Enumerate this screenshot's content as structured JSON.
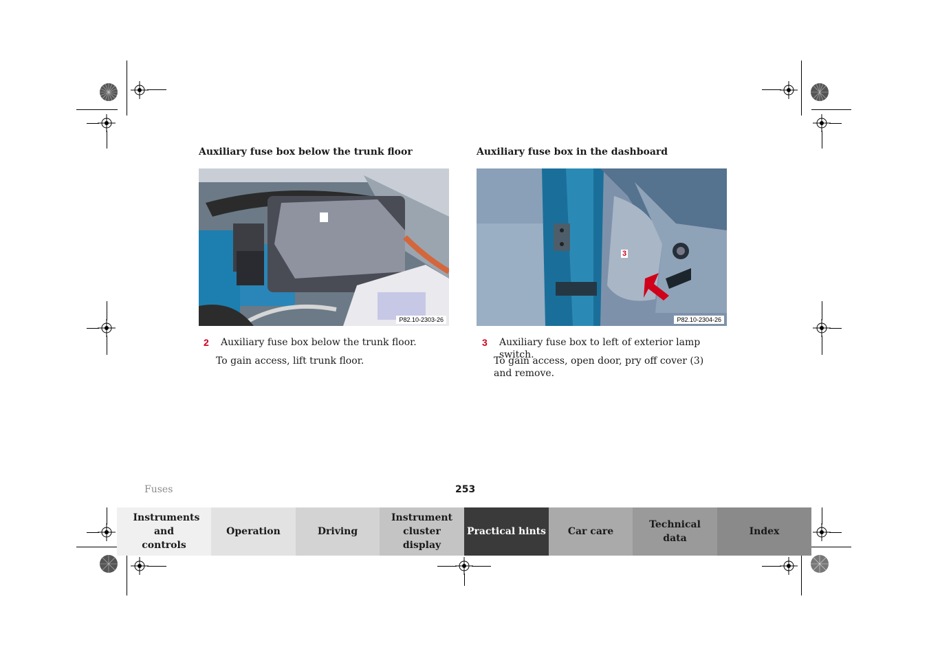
{
  "sections": [
    {
      "title": "Auxiliary fuse box below the trunk floor",
      "figure_code": "P82.10-2303-26",
      "item_number": "2",
      "item_text": "Auxiliary fuse box below the trunk floor.",
      "note": "To gain access, lift trunk floor."
    },
    {
      "title": "Auxiliary fuse box in the dashboard",
      "figure_code": "P82.10-2304-26",
      "callout": "3",
      "item_number": "3",
      "item_text": "Auxiliary fuse box to left of exterior lamp switch.",
      "note": "To gain access, open door, pry off cover (3) and remove."
    }
  ],
  "footer": {
    "section_label": "Fuses",
    "page_number": "253"
  },
  "nav_tabs": [
    {
      "label": "Instruments and controls",
      "bg": "#f0f0f0",
      "fg": "#1a1a1a"
    },
    {
      "label": "Operation",
      "bg": "#e2e2e2",
      "fg": "#1a1a1a"
    },
    {
      "label": "Driving",
      "bg": "#d3d3d3",
      "fg": "#1a1a1a"
    },
    {
      "label": "Instrument cluster display",
      "bg": "#c4c4c4",
      "fg": "#1a1a1a"
    },
    {
      "label": "Practical hints",
      "bg": "#3a3a3a",
      "fg": "#ffffff",
      "active": true
    },
    {
      "label": "Car care",
      "bg": "#aaaaaa",
      "fg": "#1a1a1a"
    },
    {
      "label": "Technical data",
      "bg": "#9a9a9a",
      "fg": "#1a1a1a"
    },
    {
      "label": "Index",
      "bg": "#8a8a8a",
      "fg": "#1a1a1a"
    }
  ],
  "colors": {
    "accent_red": "#d0001b",
    "active_tab": "#3a3a3a"
  }
}
